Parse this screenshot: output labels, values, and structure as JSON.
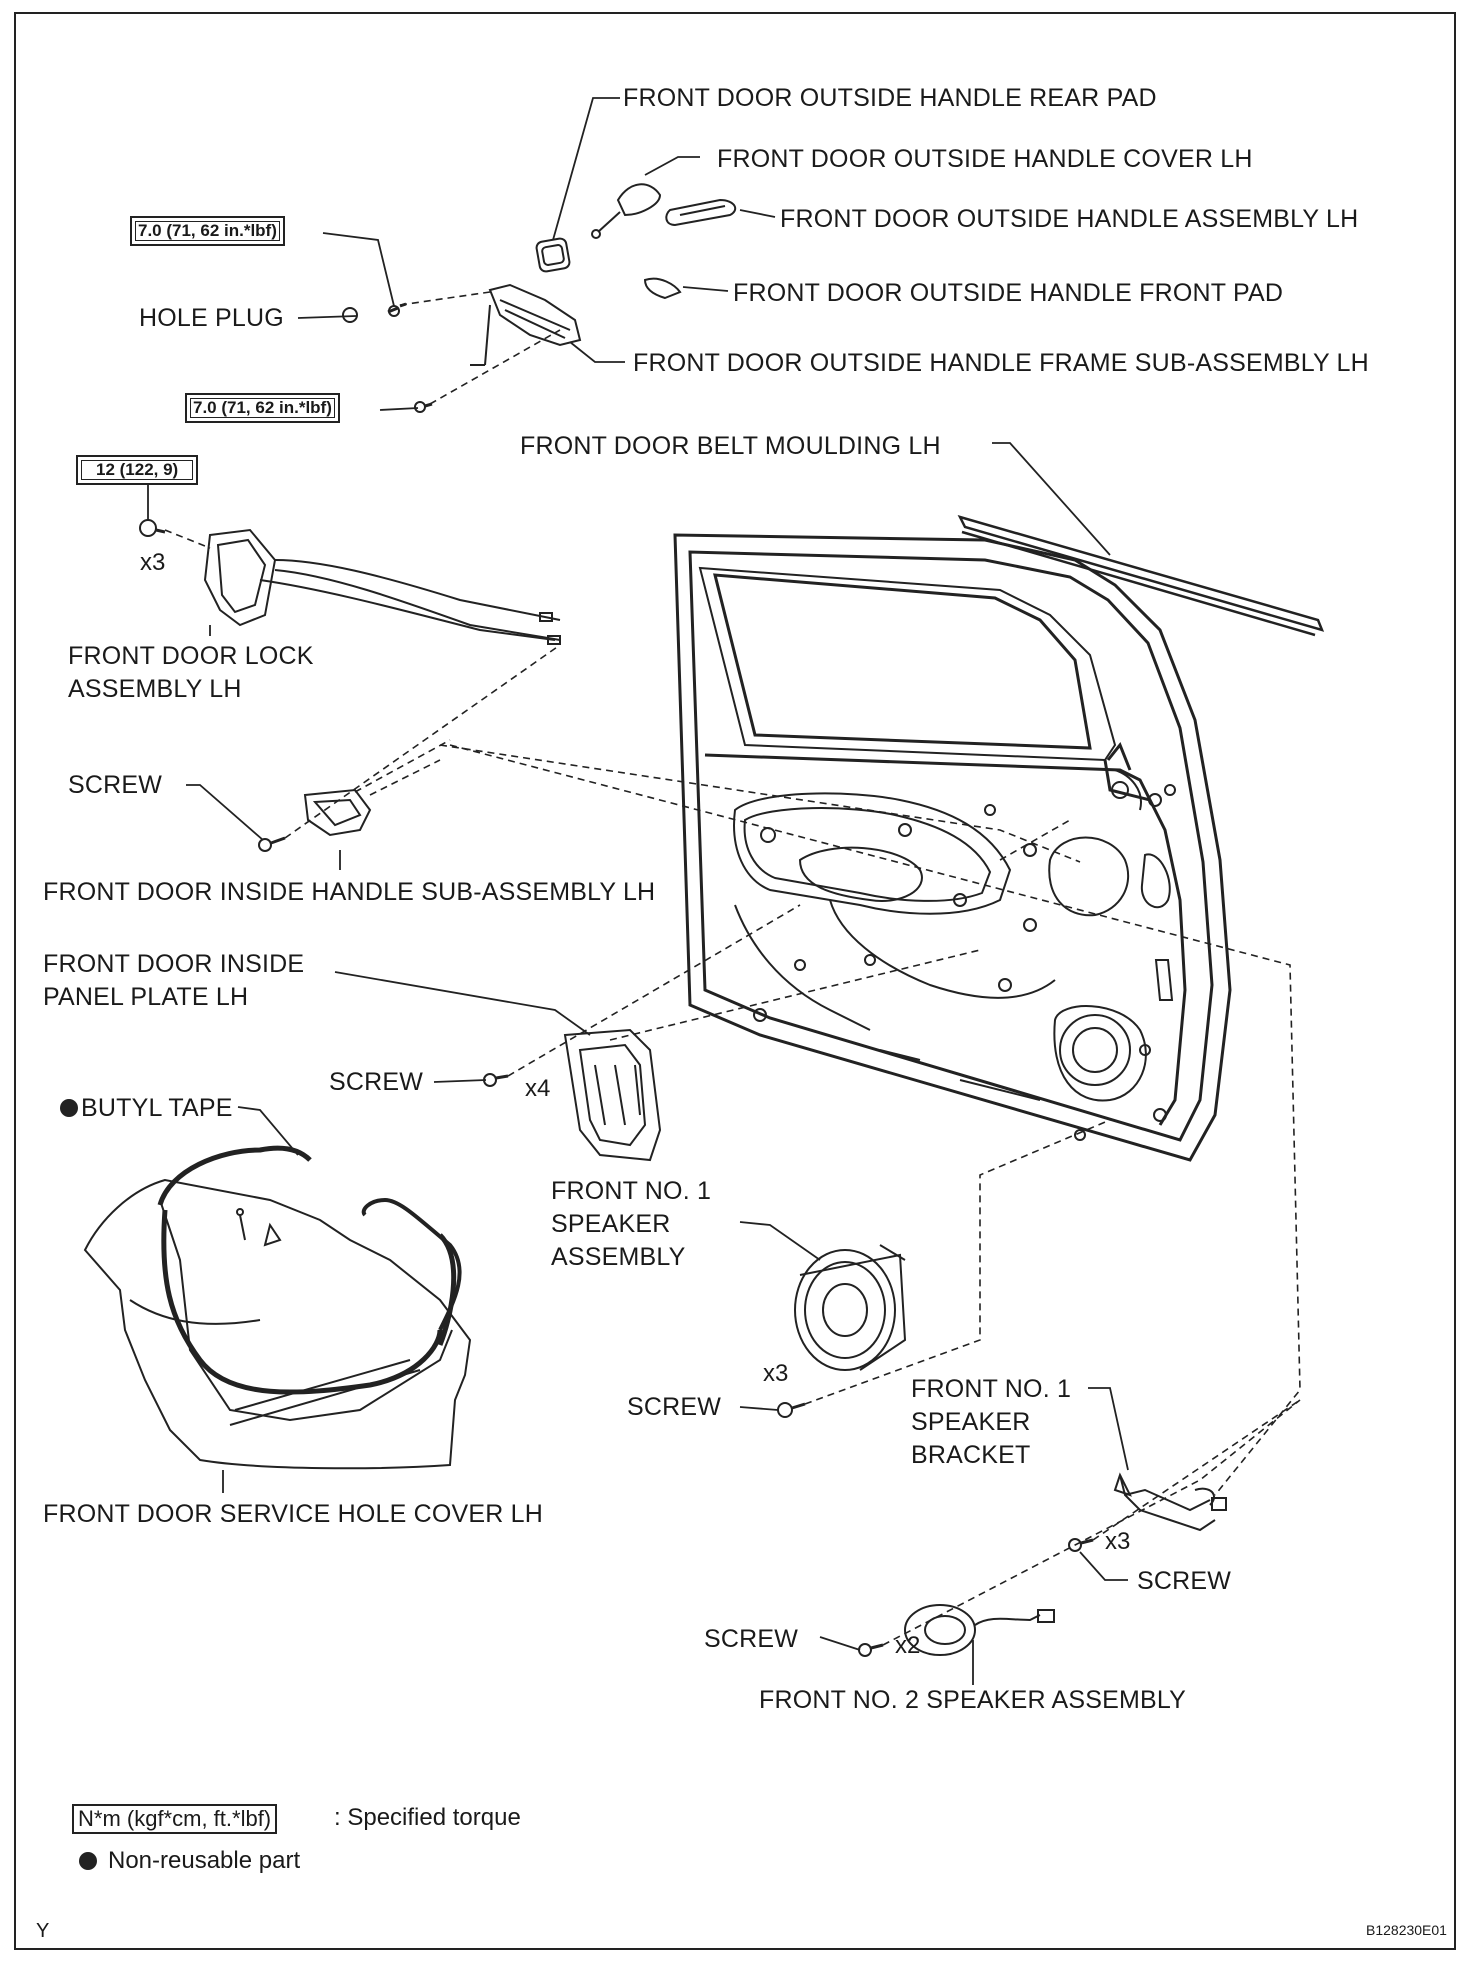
{
  "labels": {
    "outside_handle_rear_pad": "FRONT DOOR OUTSIDE HANDLE REAR PAD",
    "outside_handle_cover": "FRONT DOOR OUTSIDE HANDLE COVER LH",
    "outside_handle_assembly": "FRONT DOOR OUTSIDE HANDLE ASSEMBLY LH",
    "outside_handle_front_pad": "FRONT DOOR OUTSIDE HANDLE FRONT PAD",
    "outside_handle_frame": "FRONT DOOR OUTSIDE HANDLE FRAME SUB-ASSEMBLY LH",
    "hole_plug": "HOLE PLUG",
    "belt_moulding": "FRONT DOOR BELT MOULDING LH",
    "lock_assembly_line1": "FRONT DOOR LOCK",
    "lock_assembly_line2": "ASSEMBLY LH",
    "screw_upper": "SCREW",
    "inside_handle": "FRONT DOOR INSIDE HANDLE SUB-ASSEMBLY LH",
    "inside_panel_line1": "FRONT DOOR INSIDE",
    "inside_panel_line2": "PANEL PLATE LH",
    "screw_panel": "SCREW",
    "butyl_tape": "BUTYL TAPE",
    "speaker1_line1": "FRONT NO. 1",
    "speaker1_line2": "SPEAKER",
    "speaker1_line3": "ASSEMBLY",
    "screw_speaker1": "SCREW",
    "bracket_line1": "FRONT NO. 1",
    "bracket_line2": "SPEAKER",
    "bracket_line3": "BRACKET",
    "screw_bracket": "SCREW",
    "screw_speaker2": "SCREW",
    "speaker2": "FRONT NO. 2 SPEAKER ASSEMBLY",
    "service_hole_cover": "FRONT DOOR SERVICE HOLE COVER LH"
  },
  "torques": {
    "handle_upper": "7.0 (71, 62 in.*lbf)",
    "handle_lower": "7.0 (71, 62 in.*lbf)",
    "lock": "12 (122, 9)"
  },
  "quantities": {
    "lock_screw": "x3",
    "panel_screw": "x4",
    "speaker1_screw": "x3",
    "bracket_screw": "x3",
    "speaker2_screw": "x2"
  },
  "legend": {
    "torque_unit": "N*m (kgf*cm, ft.*lbf)",
    "torque_desc": ": Specified torque",
    "nonreusable_desc": "Non-reusable part"
  },
  "footer": {
    "left": "Y",
    "code": "B128230E01"
  }
}
